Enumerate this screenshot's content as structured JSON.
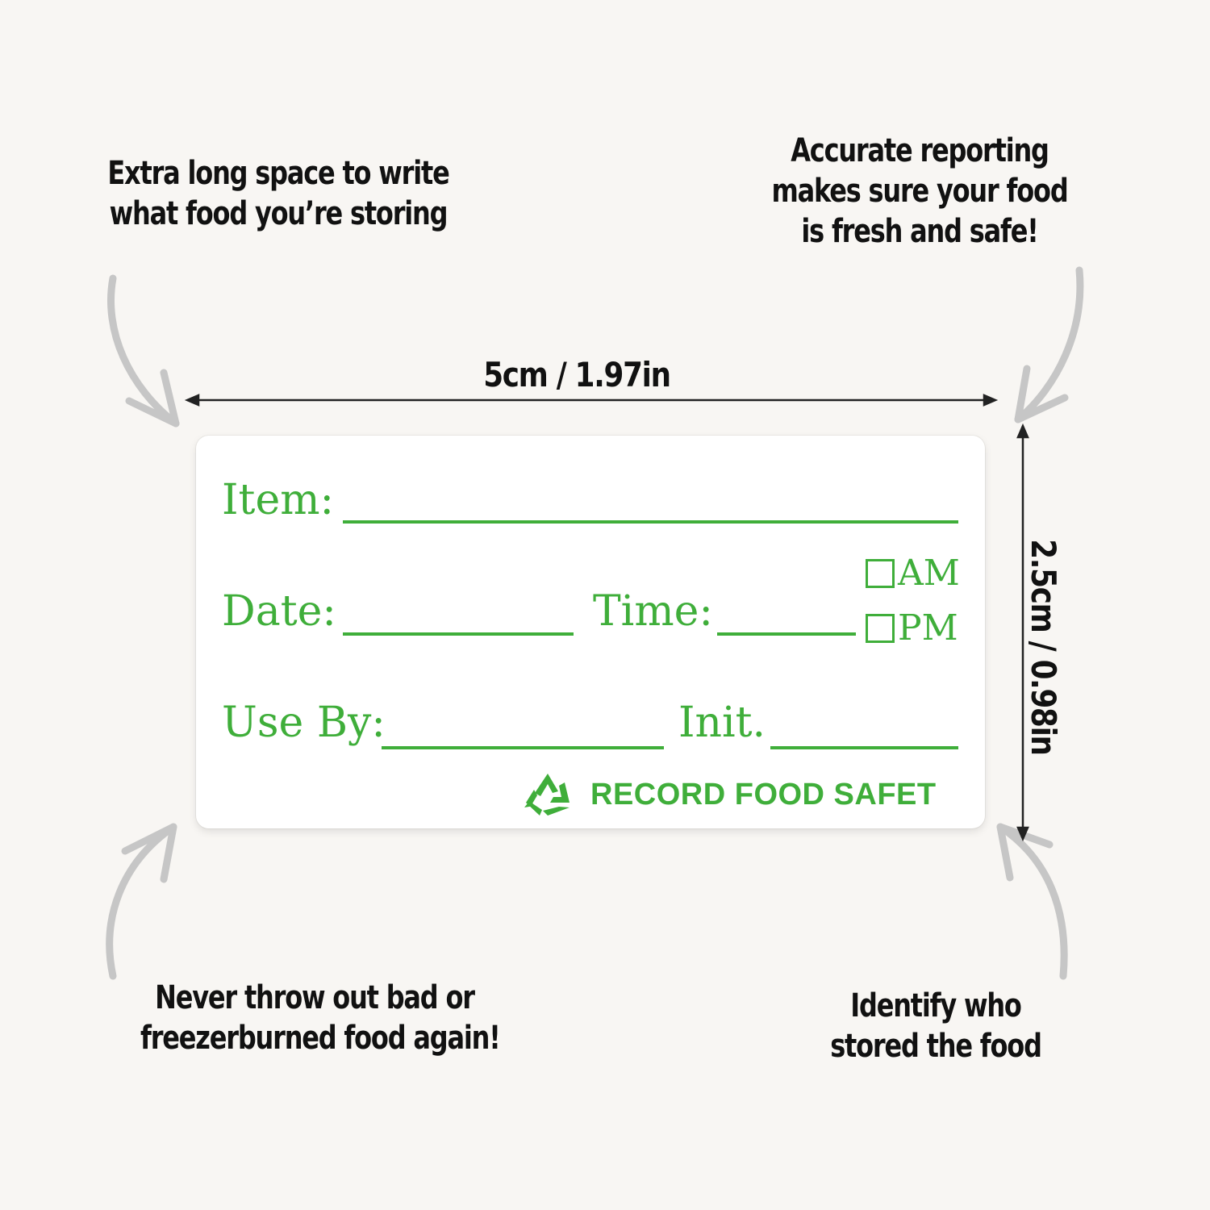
{
  "callouts": {
    "top_left": [
      "Extra long space to write",
      "what food you’re storing"
    ],
    "top_right": [
      "Accurate reporting",
      "makes sure your food",
      "is fresh and safe!"
    ],
    "bottom_left": [
      "Never throw out bad or",
      "freezerburned food again!"
    ],
    "bottom_right": [
      "Identify who",
      "stored the food"
    ]
  },
  "dimensions": {
    "width": "5cm / 1.97in",
    "height": "2.5cm / 0.98in"
  },
  "label": {
    "item": "Item:",
    "date": "Date:",
    "time": "Time:",
    "am": "AM",
    "pm": "PM",
    "use_by": "Use By:",
    "init": "Init.",
    "brand": "RECORD FOOD SAFET",
    "brand_icon": "recycle-icon"
  },
  "colors": {
    "label_green": "#3fae3a",
    "arrow_gray": "#c8c8c8",
    "background": "#f8f6f3"
  }
}
